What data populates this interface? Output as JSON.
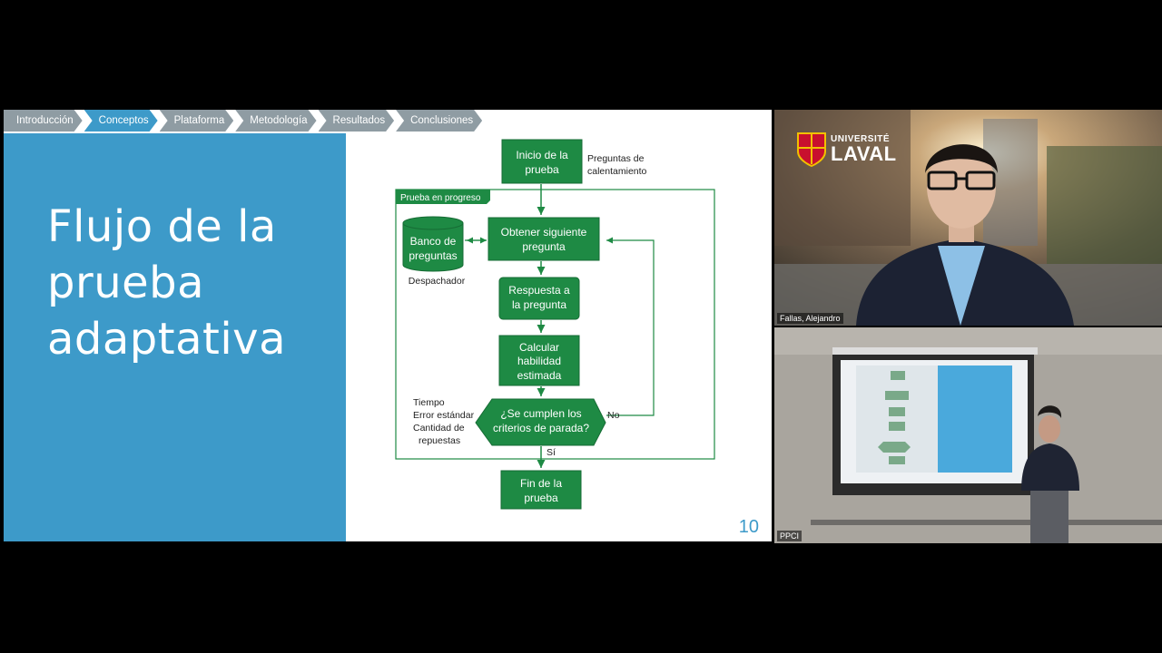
{
  "breadcrumb": [
    "Introducción",
    "Conceptos",
    "Plataforma",
    "Metodología",
    "Resultados",
    "Conclusiones"
  ],
  "active_crumb": "Conceptos",
  "slide": {
    "title": "Flujo de la prueba adaptativa",
    "number": "10"
  },
  "flowchart": {
    "start": [
      "Inicio de la",
      "prueba"
    ],
    "warmup_note": [
      "Preguntas de",
      "calentamiento"
    ],
    "progress_label": "Prueba en progreso",
    "bank": [
      "Banco de",
      "preguntas"
    ],
    "dispatcher": "Despachador",
    "next_question": [
      "Obtener siguiente",
      "pregunta"
    ],
    "answer": [
      "Respuesta a",
      "la pregunta"
    ],
    "estimate": [
      "Calcular",
      "habilidad",
      "estimada"
    ],
    "decision": [
      "¿Se cumplen los",
      "criterios de parada?"
    ],
    "criteria": [
      "Tiempo",
      "Error estándar",
      "Cantidad de",
      "repuestas"
    ],
    "no_label": "No",
    "yes_label": "Sí",
    "end": [
      "Fin de la",
      "prueba"
    ]
  },
  "videos": {
    "presenter_name": "Fallas, Alejandro",
    "room_name": "PPCI",
    "logo_line1": "UNIVERSITÉ",
    "logo_line2": "LAVAL"
  },
  "colors": {
    "slide_blue": "#3d9ac9",
    "flow_green": "#1e8a44",
    "crumb_gray": "#8f9ca3"
  }
}
